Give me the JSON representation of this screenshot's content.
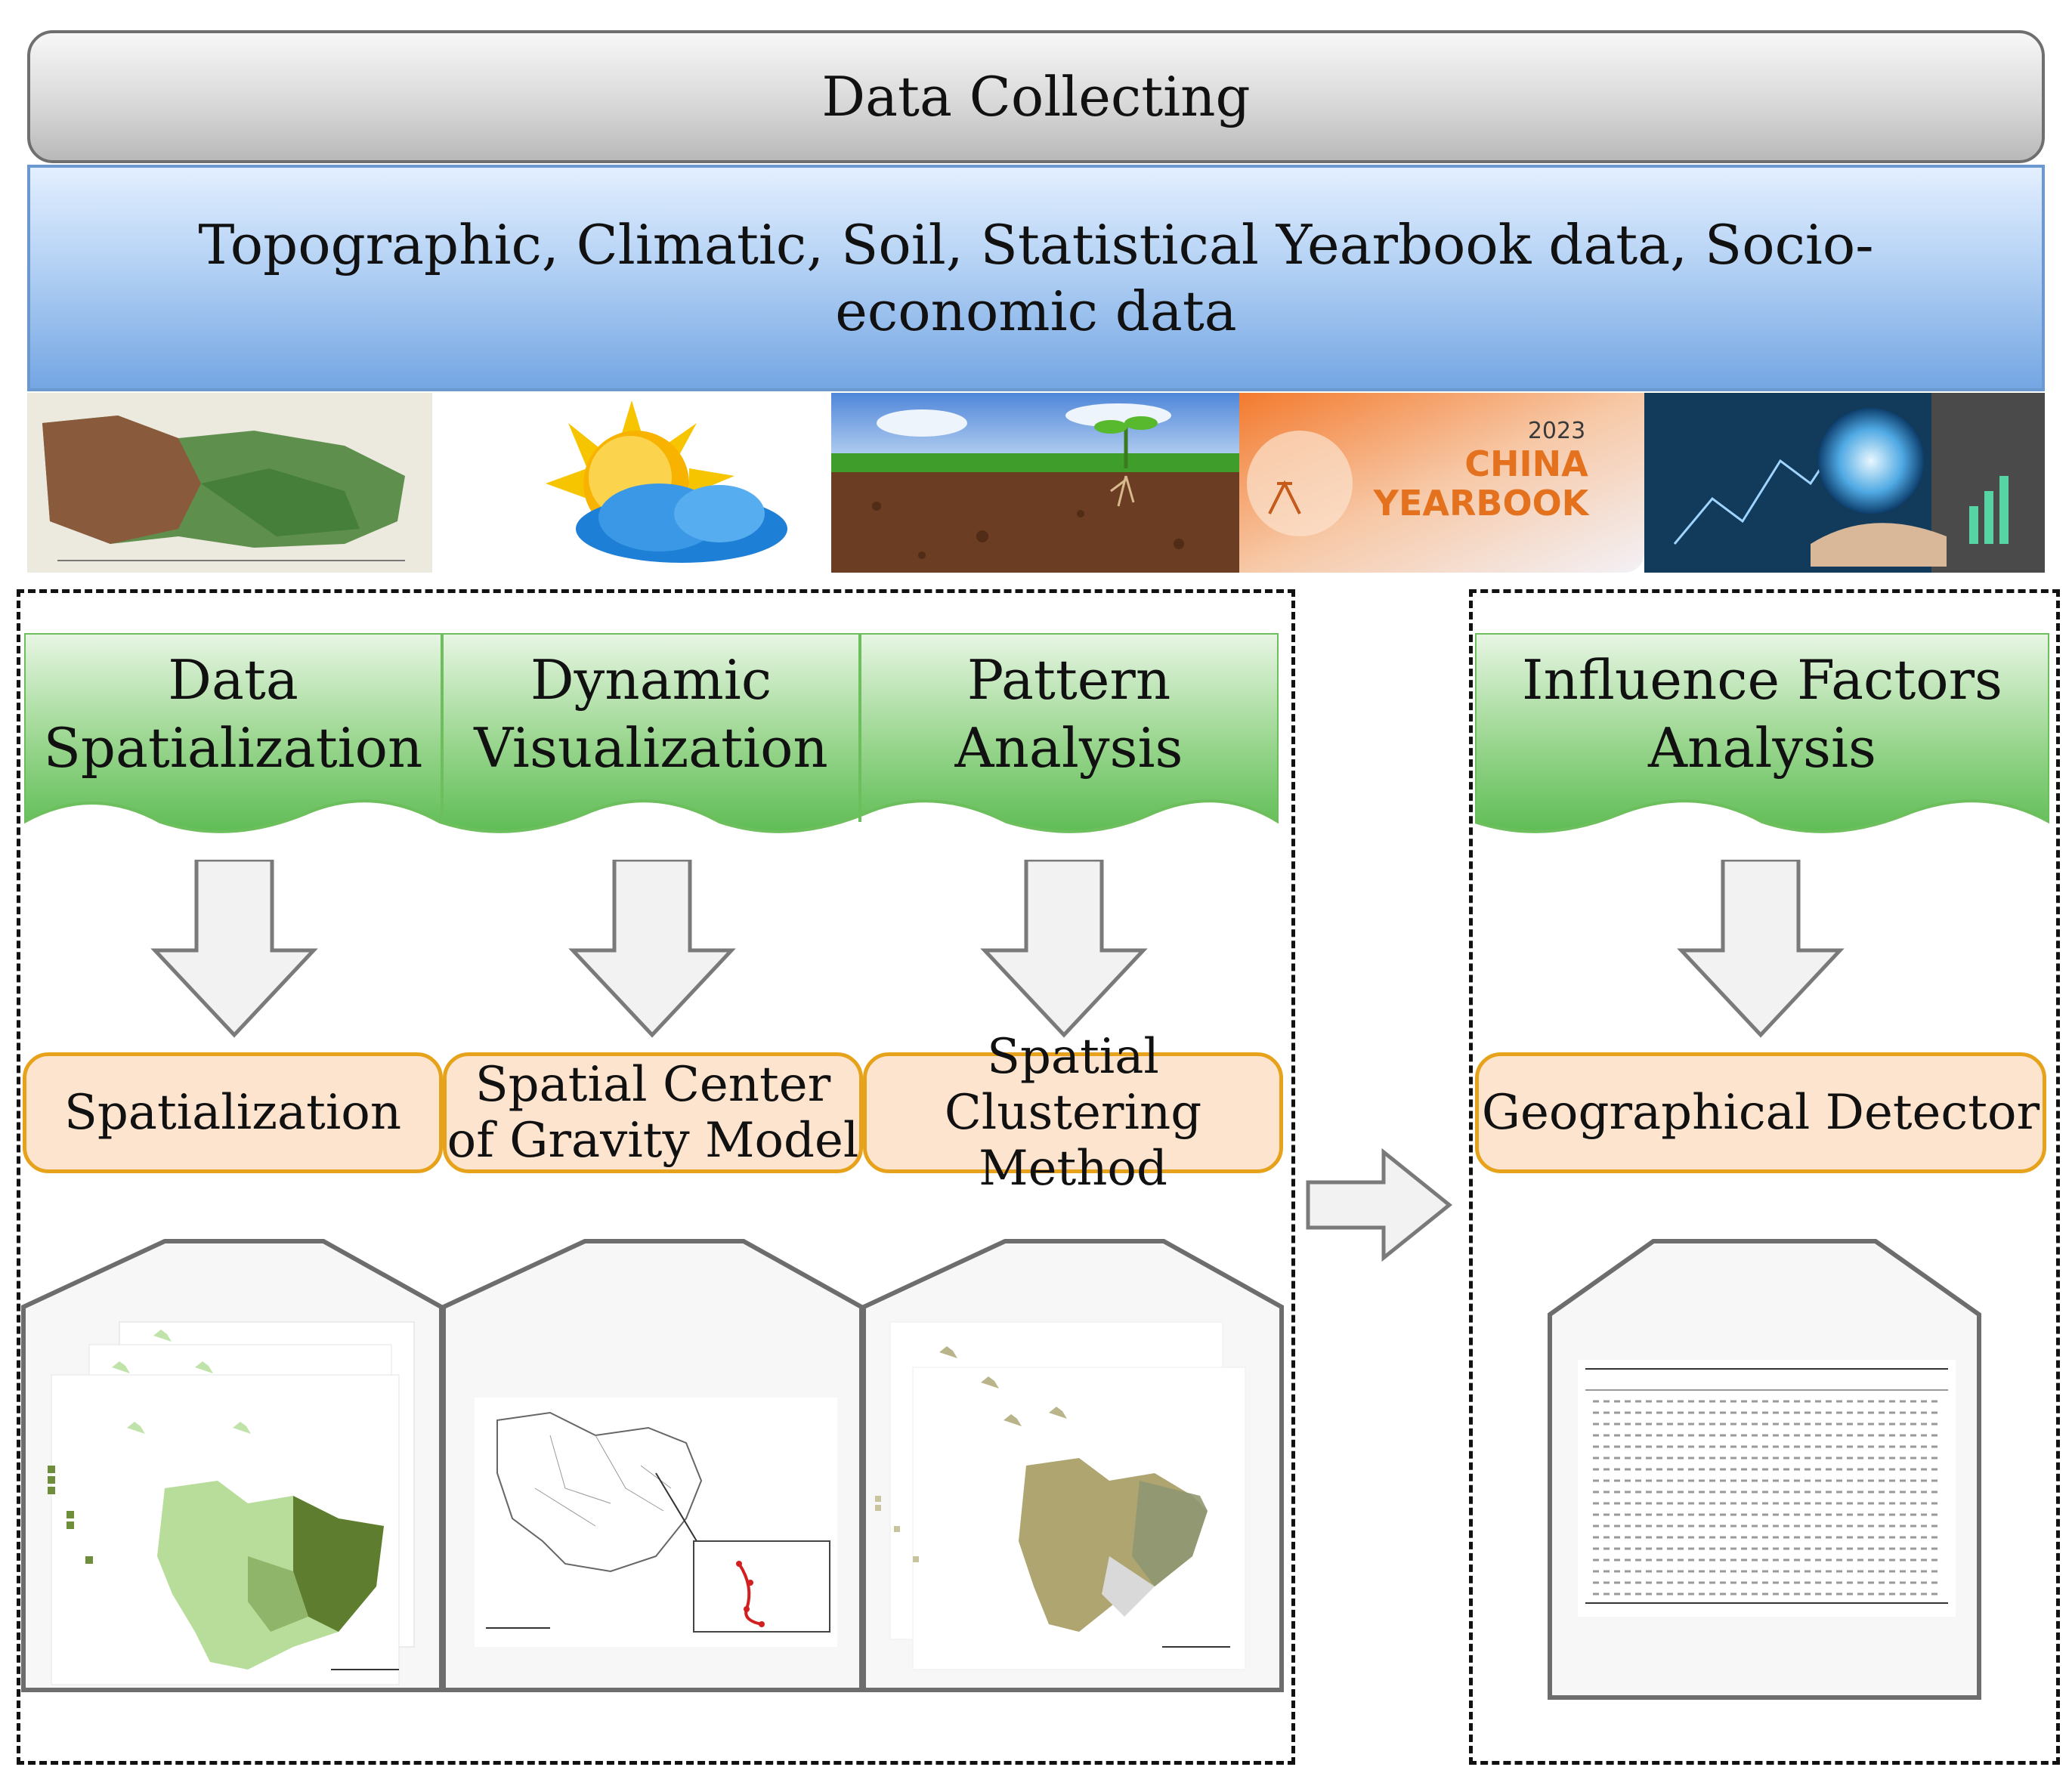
{
  "header": {
    "title": "Data Collecting"
  },
  "data_sources": {
    "text": "Topographic, Climatic, Soil, Statistical Yearbook data, Socio-economic data",
    "images": [
      "terrain-map",
      "sun-cloud",
      "soil",
      "china-yearbook",
      "digital-economy"
    ],
    "yearbook_year": "2023",
    "yearbook_line1": "CHINA",
    "yearbook_line2": "YEARBOOK"
  },
  "methods": [
    {
      "step": "Data Spatialization",
      "method": "Spatialization"
    },
    {
      "step": "Dynamic Visualization",
      "method": "Spatial Center of Gravity Model"
    },
    {
      "step": "Pattern Analysis",
      "method": "Spatial Clustering Method"
    }
  ],
  "influence": {
    "step": "Influence Factors Analysis",
    "method": "Geographical Detector"
  },
  "colors": {
    "green": "#7fcc7f",
    "orange_border": "#e6a21a",
    "orange_fill": "#fde4cf",
    "blue": "#8bb6ea",
    "gray": "#d0d0d0"
  }
}
